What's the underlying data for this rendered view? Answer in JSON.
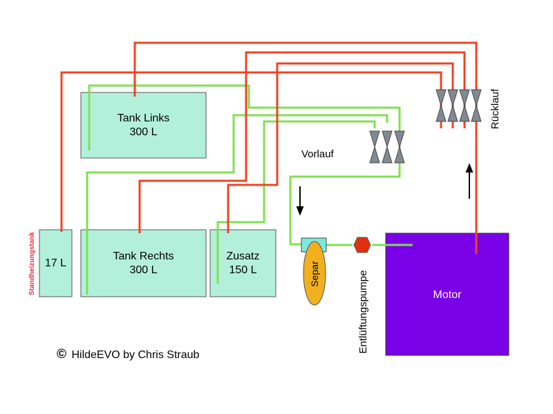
{
  "colors": {
    "tank_fill": "#b3f0dc",
    "supply_line": "#80e050",
    "return_line": "#ee4422",
    "motor": "#7a00e8",
    "separ": "#f0b020",
    "pump": "#e03010",
    "valve": "#808a92",
    "heater_label": "#e83040"
  },
  "tank_links": {
    "name": "Tank Links",
    "volume": "300 L"
  },
  "tank_rechts": {
    "name": "Tank Rechts",
    "volume": "300 L"
  },
  "tank_zusatz": {
    "name": "Zusatz",
    "volume": "150 L"
  },
  "tank_standheizung": {
    "name": "Standheizungstank",
    "volume": "17 L"
  },
  "labels": {
    "vorlauf": "Vorlauf",
    "ruecklauf": "Rücklauf",
    "separ": "Separ",
    "pump": "Entlüftungspumpe",
    "motor": "Motor"
  },
  "credit": {
    "symbol": "©",
    "text": "HildeEVO by Chris Straub"
  }
}
